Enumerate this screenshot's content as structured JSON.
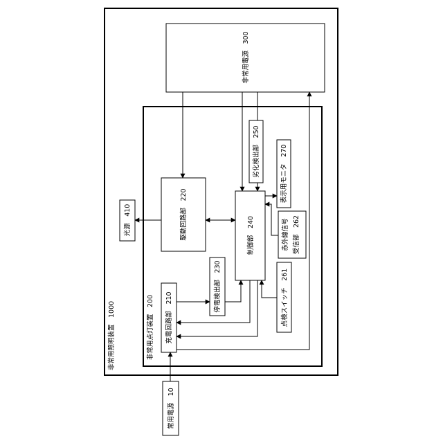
{
  "labels": {
    "outer": "非常用照明装置　1000",
    "lighting": "非常用点灯装置　200",
    "power300": "非常用電源　300",
    "drive": "駆動回路部　220",
    "control": "制御部　240",
    "charge": "充電回路部　210",
    "outage": "停電検出部　230",
    "degrade": "劣化検出部　250",
    "monitor": "表示用モニタ　270",
    "ir_line1": "赤外線信号",
    "ir_line2": "受信部　262",
    "switch": "点検スイッチ　261",
    "light": "光源　410",
    "mains": "常用電源　10"
  }
}
